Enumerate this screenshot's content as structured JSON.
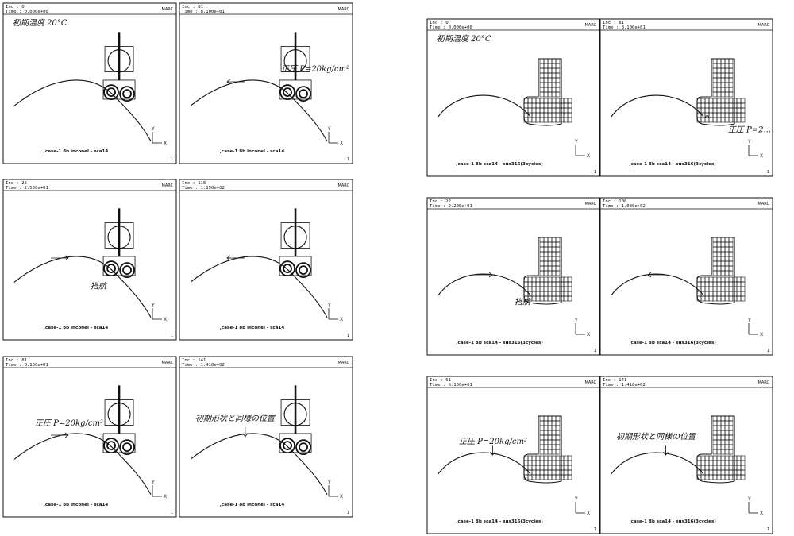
{
  "left_panels": [
    {
      "inc": "Inc :  0",
      "time": "Time : 0.000e+00",
      "caption": ",case-1 8b inconel - sca14",
      "logo": "MARC",
      "page": "1",
      "axis": {
        "y": "Y",
        "x": "X"
      },
      "shape": "roller",
      "annotation": "初期温度 20°C",
      "ann_pos": "tl",
      "arrow": "none"
    },
    {
      "inc": "Inc :  81",
      "time": "Time : 8.100e+01",
      "caption": ",case-1 8b inconel - sca14",
      "logo": "MARC",
      "page": "1",
      "axis": {
        "y": "Y",
        "x": "X"
      },
      "shape": "roller",
      "annotation": "正圧 P=20kg/cm²",
      "ann_pos": "tr",
      "arrow": "left"
    },
    {
      "inc": "Inc :  25",
      "time": "Time : 2.500e+01",
      "caption": ",case-1 8b inconel - sca14",
      "logo": "MARC",
      "page": "1",
      "axis": {
        "y": "Y",
        "x": "X"
      },
      "shape": "roller",
      "annotation": "搭航",
      "ann_pos": "bl",
      "arrow": "right"
    },
    {
      "inc": "Inc :  115",
      "time": "Time : 1.150e+02",
      "caption": ",case-1 8b inconel - sca14",
      "logo": "MARC",
      "page": "1",
      "axis": {
        "y": "Y",
        "x": "X"
      },
      "shape": "roller",
      "annotation": "",
      "ann_pos": "none",
      "arrow": "left"
    },
    {
      "inc": "Inc :  81",
      "time": "Time : 8.100e+01",
      "caption": ",case-1 8b inconel - sca14",
      "logo": "MARC",
      "page": "1",
      "axis": {
        "y": "Y",
        "x": "X"
      },
      "shape": "roller",
      "annotation": "正圧 P=20kg/cm²",
      "ann_pos": "ml",
      "arrow": "right"
    },
    {
      "inc": "Inc :  141",
      "time": "Time : 1.410e+02",
      "caption": ",case-1 8b inconel - sca14",
      "logo": "MARC",
      "page": "1",
      "axis": {
        "y": "Y",
        "x": "X"
      },
      "shape": "roller",
      "annotation": "初期形状と同様の位置",
      "ann_pos": "top",
      "arrow": "down"
    }
  ],
  "right_panels": [
    {
      "inc": "Inc :  0",
      "time": "Time : 0.000e+00",
      "caption": ",case-1 8b sca14 - sus316(3cycles)",
      "logo": "MARC",
      "page": "1",
      "axis": {
        "y": "Y",
        "x": "X"
      },
      "shape": "mesh",
      "annotation": "初期温度 20°C",
      "ann_pos": "tl",
      "arrow": "none"
    },
    {
      "inc": "Inc :  81",
      "time": "Time : 8.100e+01",
      "caption": ",case-1 8b sca14 - sus316(3cycles)",
      "logo": "MARC",
      "page": "1",
      "axis": {
        "y": "Y",
        "x": "X"
      },
      "shape": "mesh",
      "annotation": "正圧 P=2...",
      "ann_pos": "br",
      "arrow": "up"
    },
    {
      "inc": "Inc :  22",
      "time": "Time : 2.200e+01",
      "caption": ",case-1 8b sca14 - sus316(3cycles)",
      "logo": "MARC",
      "page": "1",
      "axis": {
        "y": "Y",
        "x": "X"
      },
      "shape": "mesh",
      "annotation": "搭航",
      "ann_pos": "bl",
      "arrow": "right"
    },
    {
      "inc": "Inc :  108",
      "time": "Time : 1.080e+02",
      "caption": ",case-1 8b sca14 - sus316(3cycles)",
      "logo": "MARC",
      "page": "1",
      "axis": {
        "y": "Y",
        "x": "X"
      },
      "shape": "mesh",
      "annotation": "",
      "ann_pos": "none",
      "arrow": "left"
    },
    {
      "inc": "Inc :  61",
      "time": "Time : 6.100e+01",
      "caption": ",case-1 8b sca14 - sus316(3cycles)",
      "logo": "MARC",
      "page": "1",
      "axis": {
        "y": "Y",
        "x": "X"
      },
      "shape": "mesh",
      "annotation": "正圧 P=20kg/cm²",
      "ann_pos": "ml",
      "arrow": "down"
    },
    {
      "inc": "Inc :  141",
      "time": "Time : 1.410e+02",
      "caption": ",case-1 8b sca14 - sus316(3cycles)",
      "logo": "MARC",
      "page": "1",
      "axis": {
        "y": "Y",
        "x": "X"
      },
      "shape": "mesh",
      "annotation": "初期形状と同様の位置",
      "ann_pos": "top",
      "arrow": "down"
    }
  ]
}
